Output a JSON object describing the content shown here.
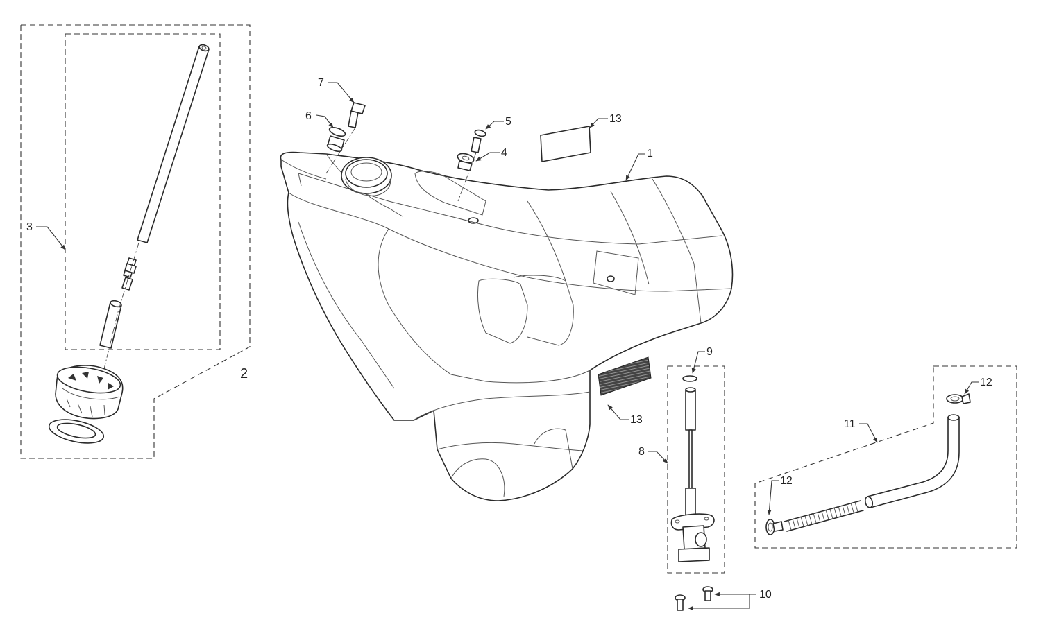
{
  "diagram": {
    "callouts": {
      "tank": "1",
      "filler_cap_assembly": "2",
      "vent_tube_assembly": "3",
      "grommet": "4",
      "bolt_rear": "5",
      "collar": "6",
      "bolt_front": "7",
      "fuel_cock": "8",
      "o_ring": "9",
      "screws": "10",
      "fuel_hose_assembly": "11",
      "clip_upper": "12",
      "clip_lower": "12",
      "label_top": "13",
      "label_bottom": "13"
    }
  }
}
